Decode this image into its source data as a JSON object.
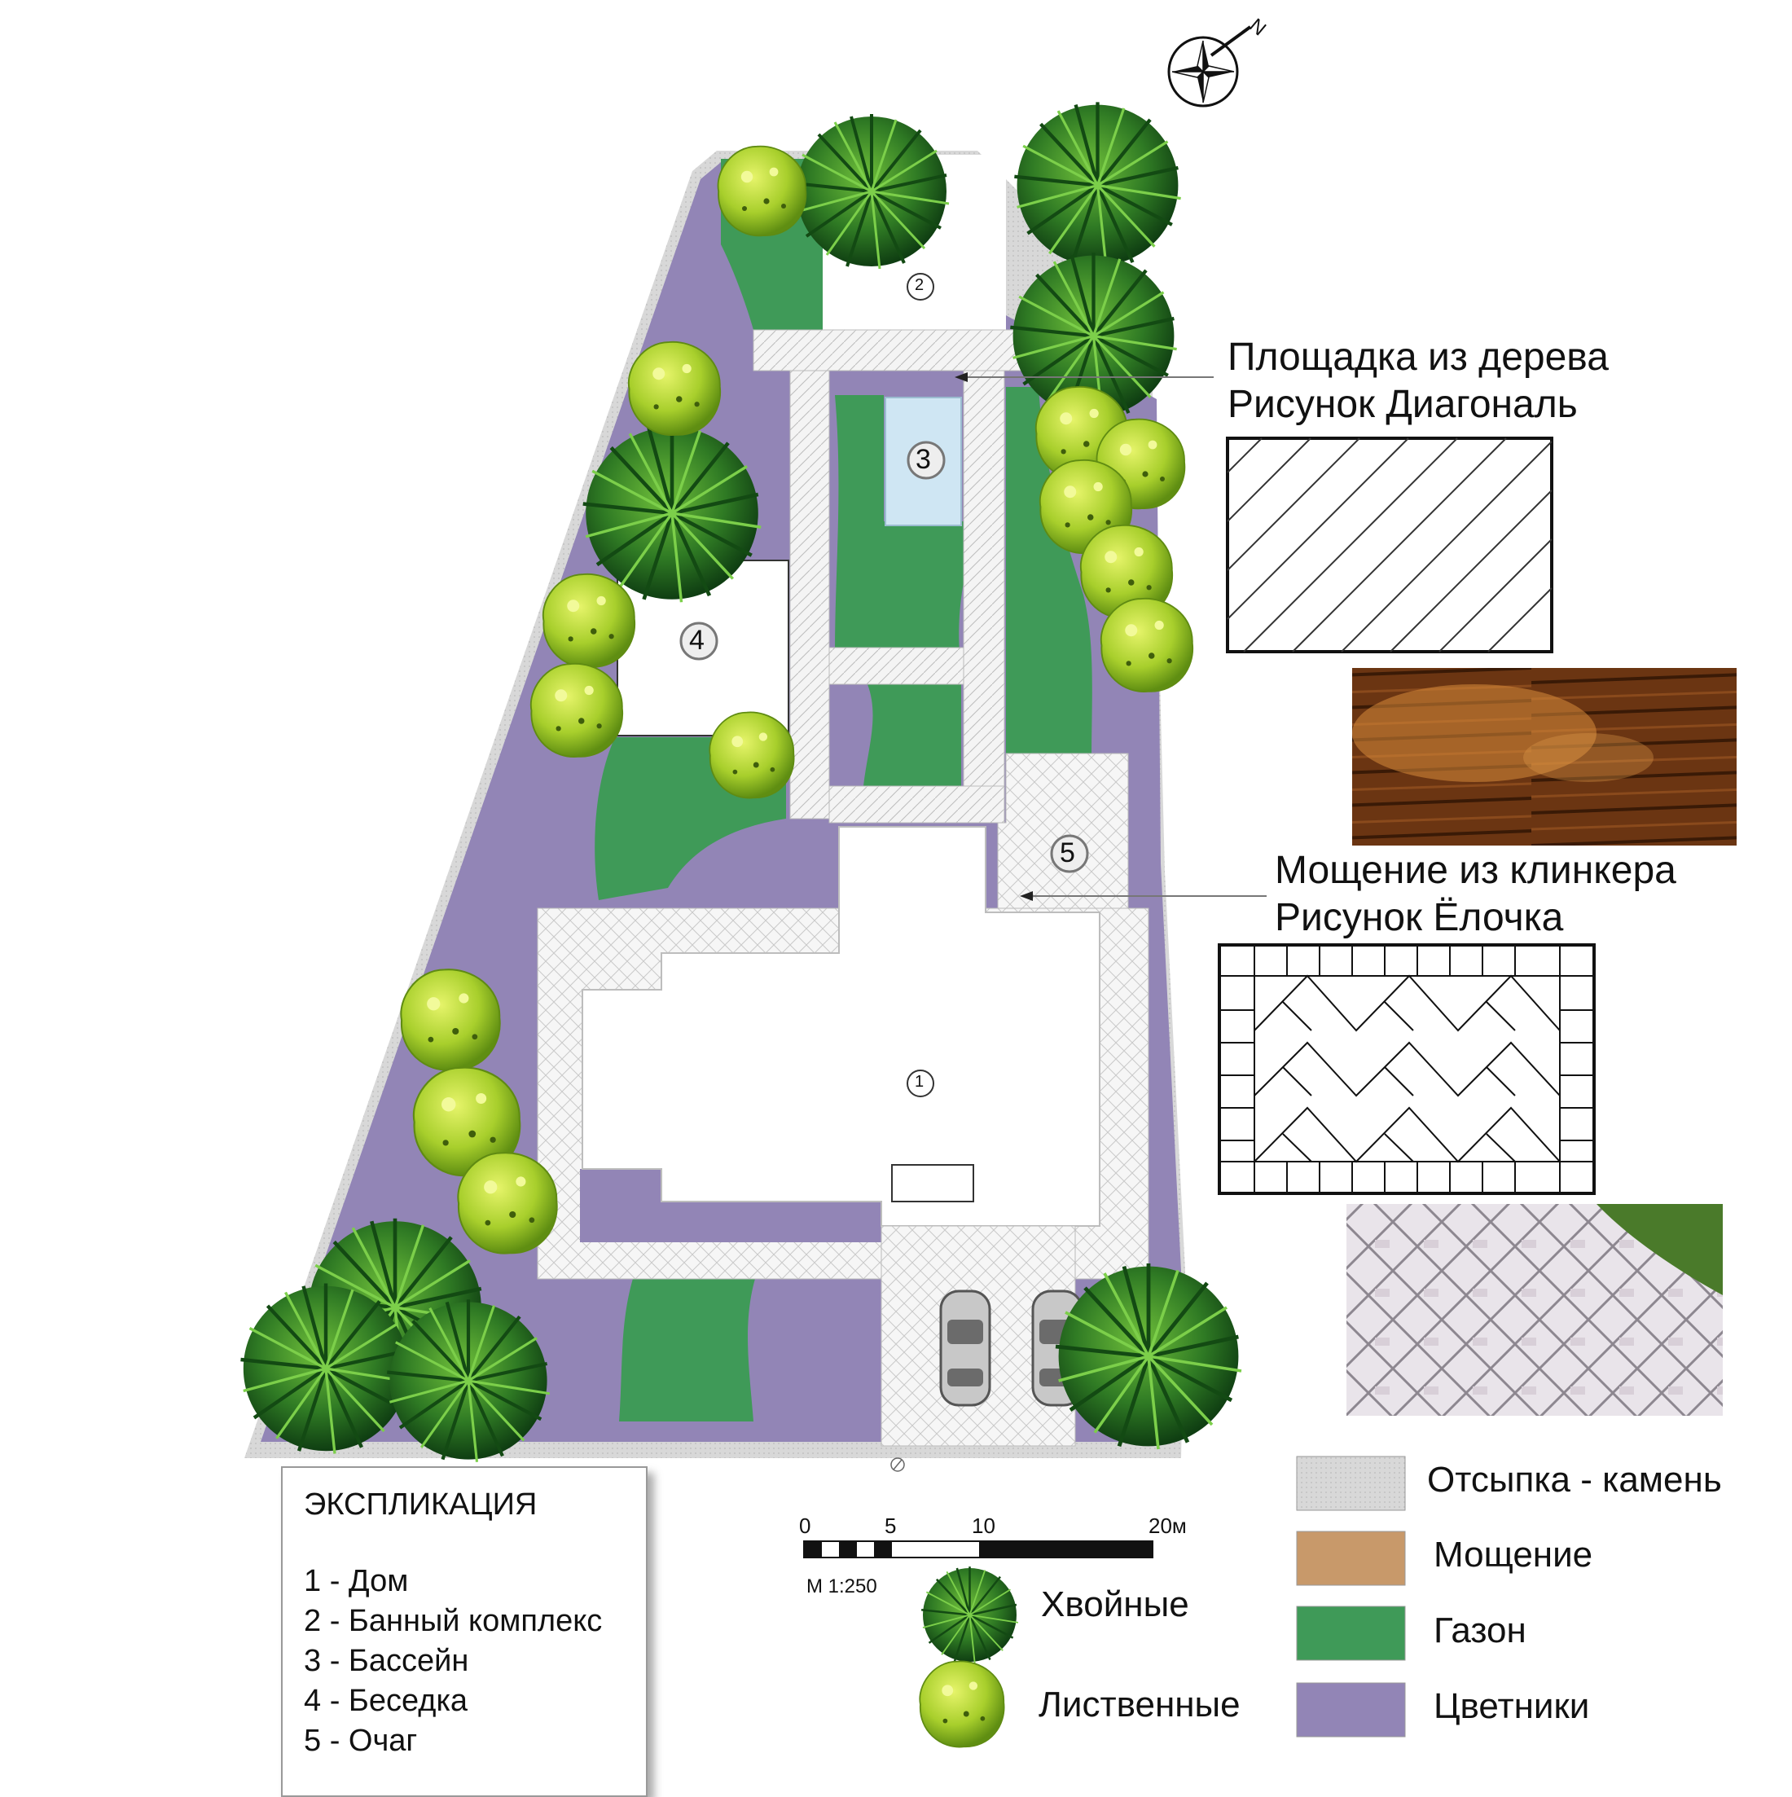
{
  "plan": {
    "markers": {
      "house": "1",
      "bath": "2",
      "pool": "3",
      "gazebo": "4",
      "hearth": "5"
    },
    "north": "N"
  },
  "callouts": {
    "wood_line1": "Площадка из дерева",
    "wood_line2": "Рисунок Диагональ",
    "clinker_line1": "Мощение из клинкера",
    "clinker_line2": "Рисунок Ёлочка"
  },
  "explication": {
    "title": "ЭКСПЛИКАЦИЯ",
    "items": [
      "1 - Дом",
      "2 - Банный комплекс",
      "3 - Бассейн",
      "4 - Беседка",
      "5 - Очаг"
    ]
  },
  "scale_bar": {
    "ticks": [
      "0",
      "5",
      "10",
      "20м"
    ],
    "caption": "М 1:250"
  },
  "plants_legend": {
    "conifers": "Хвойные",
    "deciduous": "Лиственные"
  },
  "materials_legend": [
    {
      "label": "Отсыпка - камень",
      "color": "#d4d4d4"
    },
    {
      "label": "Мощение",
      "color": "#c8996a"
    },
    {
      "label": "Газон",
      "color": "#3f9a58"
    },
    {
      "label": "Цветники",
      "color": "#9285b6"
    }
  ],
  "colors": {
    "lawn": "#3f9a58",
    "flowerbed": "#9285b6",
    "gravel": "#d4d4d4",
    "pool": "#cfe6f3",
    "conifer_dark": "#1f5e1f",
    "conifer_light": "#4e9e2e",
    "deciduous_dark": "#7fb21a",
    "deciduous_light": "#d7ec52"
  }
}
